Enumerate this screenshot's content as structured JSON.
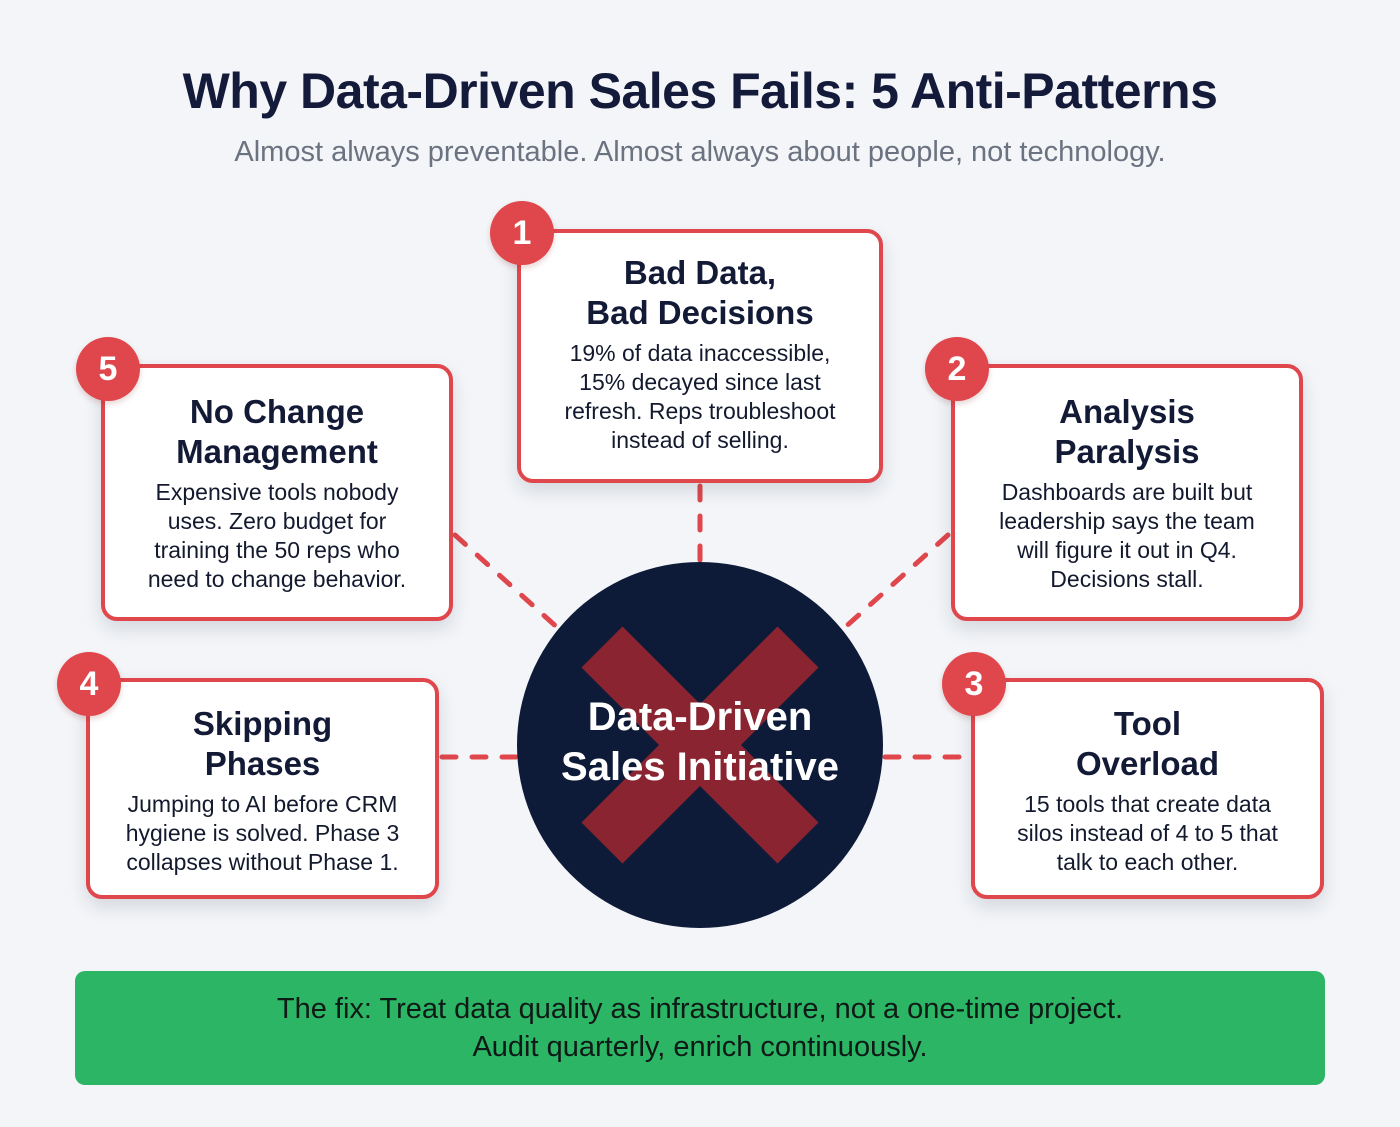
{
  "header": {
    "title": "Why Data-Driven Sales Fails: 5 Anti-Patterns",
    "subtitle": "Almost always preventable. Almost always about people, not technology."
  },
  "hub": {
    "line1": "Data-Driven",
    "line2": "Sales Initiative",
    "icon": "x-mark-icon",
    "colors": {
      "circle": "#0d1a38",
      "cross": "#8a2430",
      "text": "#ffffff"
    }
  },
  "anti_patterns": [
    {
      "number": "1",
      "title_line1": "Bad Data,",
      "title_line2": "Bad Decisions",
      "body": [
        "19% of data inaccessible,",
        "15% decayed since last",
        "refresh. Reps troubleshoot",
        "instead of selling."
      ]
    },
    {
      "number": "2",
      "title_line1": "Analysis",
      "title_line2": "Paralysis",
      "body": [
        "Dashboards are built but",
        "leadership says the team",
        "will figure it out in Q4.",
        "Decisions stall."
      ]
    },
    {
      "number": "3",
      "title_line1": "Tool",
      "title_line2": "Overload",
      "body": [
        "15 tools that create data",
        "silos instead of 4 to 5 that",
        "talk to each other."
      ]
    },
    {
      "number": "4",
      "title_line1": "Skipping",
      "title_line2": "Phases",
      "body": [
        "Jumping to AI before CRM",
        "hygiene is solved. Phase 3",
        "collapses without Phase 1."
      ]
    },
    {
      "number": "5",
      "title_line1": "No Change",
      "title_line2": "Management",
      "body": [
        "Expensive tools nobody",
        "uses. Zero budget for",
        "training the 50 reps who",
        "need to change behavior."
      ]
    }
  ],
  "fix": {
    "line1": "The fix: Treat data quality as infrastructure, not a one-time project.",
    "line2": "Audit quarterly, enrich continuously."
  },
  "colors": {
    "background": "#f3f5f8",
    "accent_red": "#e0474c",
    "navy": "#0d1a38",
    "fix_green": "#2bb565",
    "subtitle_gray": "#6b7280"
  }
}
